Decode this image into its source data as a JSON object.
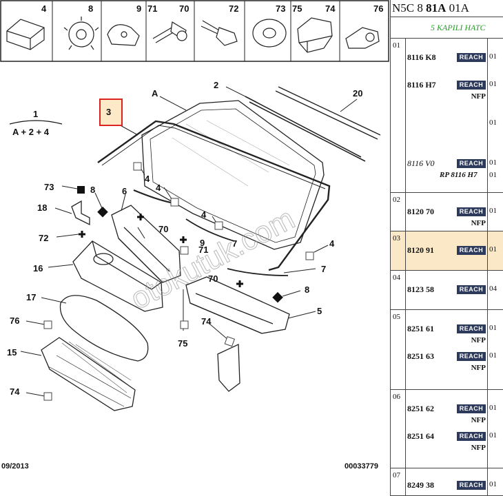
{
  "header": {
    "code_a": "N5C 8 ",
    "code_b": "81A",
    "code_c": " 01A"
  },
  "subheader": "5 KAPILI HATC",
  "badge_label": "REACH",
  "thumbnails": [
    "4",
    "8",
    "9",
    "71",
    "70",
    "72",
    "73",
    "75",
    "74",
    "76"
  ],
  "formula": {
    "number": "1",
    "text": "A + 2 + 4"
  },
  "callouts": {
    "A": "A",
    "n2": "2",
    "n20": "20",
    "n3": "3",
    "n73": "73",
    "n8a": "8",
    "n6": "6",
    "n4a": "4",
    "n4b": "4",
    "n18": "18",
    "n70a": "70",
    "n4c": "4",
    "n72": "72",
    "n9": "9",
    "n71": "71",
    "n7a": "7",
    "n4d": "4",
    "n16": "16",
    "n7b": "7",
    "n70b": "70",
    "n8b": "8",
    "n17": "17",
    "n5": "5",
    "n76": "76",
    "n74a": "74",
    "n75": "75",
    "n15": "15",
    "n74b": "74"
  },
  "watermark": "otokutuk.com",
  "footer": {
    "date": "09/2013",
    "code": "00033779"
  },
  "groups": [
    {
      "num": "01",
      "rows": [
        {
          "ref": "8116 K8",
          "reach": true,
          "qty": "01"
        },
        {
          "ref": "8116 H7",
          "reach": true,
          "qty": "01",
          "nfp": "NFP"
        },
        {
          "qty": "01"
        },
        {
          "ref": "8116 V0",
          "italic": true,
          "reach": true,
          "qty": "01",
          "rp": "RP 8116 H7",
          "qty2": "01"
        }
      ]
    },
    {
      "num": "02",
      "rows": [
        {
          "ref": "8120 70",
          "reach": true,
          "qty": "01",
          "nfp": "NFP"
        }
      ]
    },
    {
      "num": "03",
      "highlight": true,
      "rows": [
        {
          "ref": "8120 91",
          "reach": true,
          "qty": "01"
        }
      ]
    },
    {
      "num": "04",
      "rows": [
        {
          "ref": "8123 58",
          "reach": true,
          "qty": "04"
        }
      ]
    },
    {
      "num": "05",
      "rows": [
        {
          "ref": "8251 61",
          "reach": true,
          "qty": "01",
          "nfp": "NFP"
        },
        {
          "ref": "8251 63",
          "reach": true,
          "qty": "01",
          "nfp": "NFP"
        }
      ]
    },
    {
      "num": "06",
      "rows": [
        {
          "ref": "8251 62",
          "reach": true,
          "qty": "01",
          "nfp": "NFP"
        },
        {
          "ref": "8251 64",
          "reach": true,
          "qty": "01",
          "nfp": "NFP"
        }
      ]
    },
    {
      "num": "07",
      "rows": [
        {
          "ref": "8249 38",
          "reach": true,
          "qty": "01"
        }
      ]
    }
  ]
}
